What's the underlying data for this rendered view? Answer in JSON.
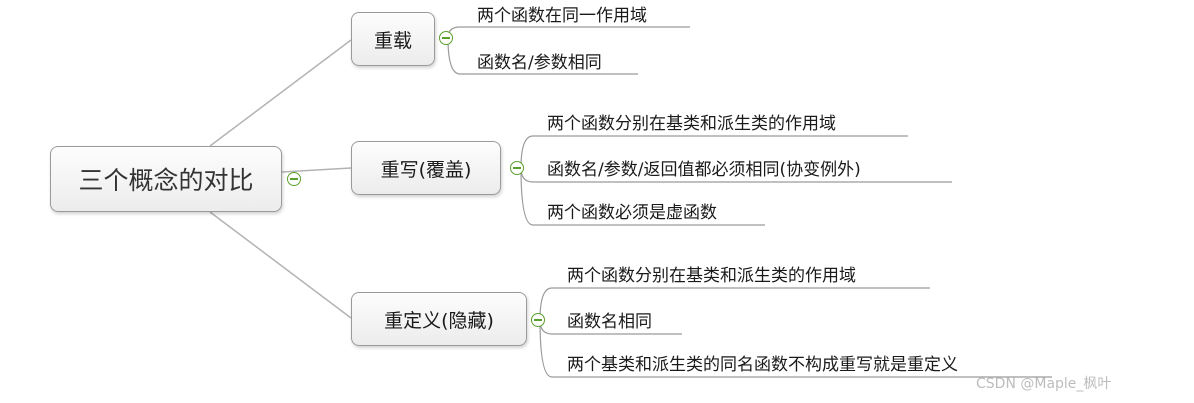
{
  "root": {
    "label": "三个概念的对比"
  },
  "branches": [
    {
      "label": "重载",
      "leaves": [
        "两个函数在同一作用域",
        "函数名/参数相同"
      ]
    },
    {
      "label": "重写(覆盖)",
      "leaves": [
        "两个函数分别在基类和派生类的作用域",
        "函数名/参数/返回值都必须相同(协变例外)",
        "两个函数必须是虚函数"
      ]
    },
    {
      "label": "重定义(隐藏)",
      "leaves": [
        "两个函数分别在基类和派生类的作用域",
        "函数名相同",
        "两个基类和派生类的同名函数不构成重写就是重定义"
      ]
    }
  ],
  "watermark": "CSDN @Maple_枫叶"
}
